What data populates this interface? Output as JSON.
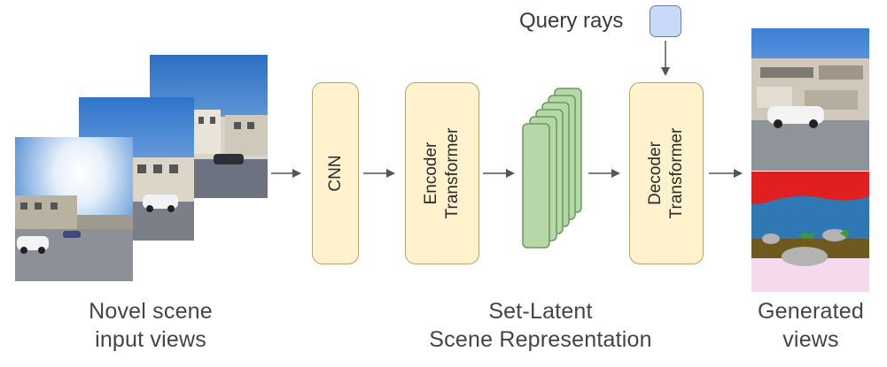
{
  "labels": {
    "query_rays": "Query rays",
    "cnn": "CNN",
    "encoder_line1": "Encoder",
    "encoder_line2": "Transformer",
    "decoder_line1": "Decoder",
    "decoder_line2": "Transformer"
  },
  "captions": {
    "input_line1": "Novel scene",
    "input_line2": "input views",
    "latent_line1": "Set-Latent",
    "latent_line2": "Scene Representation",
    "output_line1": "Generated",
    "output_line2": "views"
  },
  "colors": {
    "module_fill": "#fff2cc",
    "module_stroke": "#b7a46b",
    "latent_fill": "#b6d7a8",
    "latent_stroke": "#6a9a5b",
    "query_fill": "#c9daf8",
    "query_stroke": "#6d7f9e",
    "arrow": "#555555"
  },
  "icons": {
    "input_views": "street-photo-stack",
    "latent_set": "stacked-latent-tokens",
    "output_views": "rendered-rgb-and-segmentation"
  }
}
